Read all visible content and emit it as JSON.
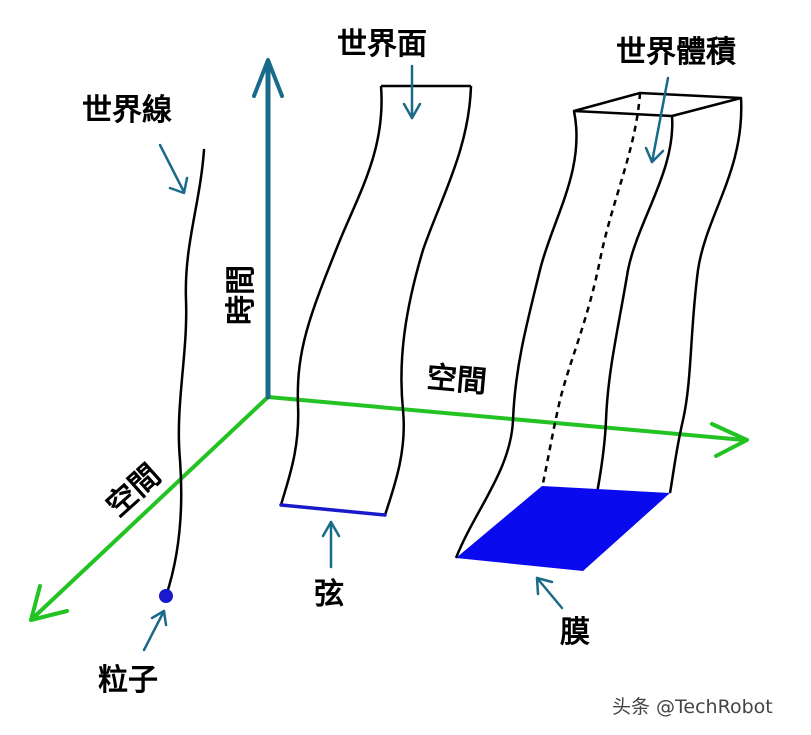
{
  "labels": {
    "world_line": "世界線",
    "world_sheet": "世界面",
    "world_volume": "世界體積",
    "time_axis": "時間",
    "space_axis_right": "空間",
    "space_axis_left": "空間",
    "string": "弦",
    "membrane": "膜",
    "particle": "粒子"
  },
  "watermark": "头条 @TechRobot",
  "colors": {
    "time_axis": "#1a6a8a",
    "space_axis": "#22c322",
    "string": "#1a1acc",
    "membrane": "#0a0aee",
    "particle": "#1a1acc",
    "arrow": "#1a6a8a",
    "line": "#000000"
  },
  "icons": {
    "pointer": "arrow-pointer-icon"
  }
}
